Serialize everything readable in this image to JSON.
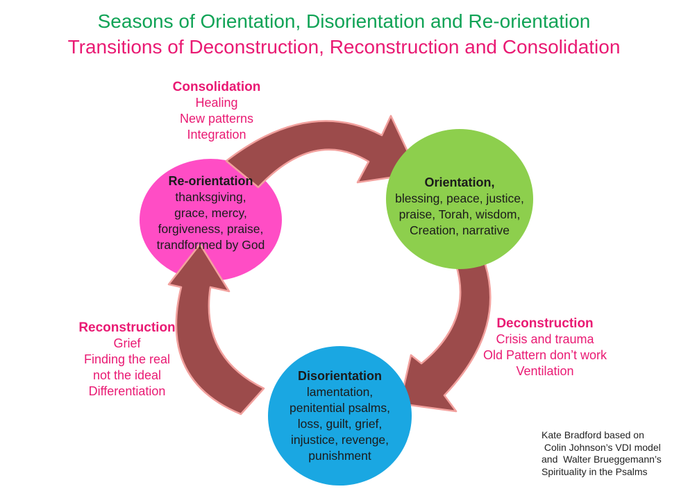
{
  "title": {
    "line1": "Seasons of Orientation, Disorientation and Re-orientation",
    "line2": "Transitions of Deconstruction, Reconstruction and Consolidation"
  },
  "colors": {
    "title_green": "#10A356",
    "magenta": "#E91A73",
    "node_reorientation": "#FF4DC5",
    "node_orientation": "#8DCF4D",
    "node_disorientation": "#1AA7E2",
    "arrow_fill": "#9C4B4B",
    "arrow_stroke": "#F2A19E",
    "node_text": "#1b1b1b",
    "attribution_text": "#1f1f1f"
  },
  "nodes": {
    "reorientation": {
      "title": "Re-orientation",
      "lines": [
        "thanksgiving,",
        "grace, mercy,",
        "forgiveness, praise,",
        "trandformed by God"
      ]
    },
    "orientation": {
      "title": "Orientation,",
      "lines": [
        "blessing, peace, justice,",
        "praise, Torah, wisdom,",
        "Creation, narrative"
      ]
    },
    "disorientation": {
      "title": "Disorientation",
      "lines": [
        "lamentation,",
        "penitential psalms,",
        "loss, guilt, grief,",
        "injustice, revenge,",
        "punishment"
      ]
    }
  },
  "transitions": {
    "consolidation": {
      "title": "Consolidation",
      "lines": [
        "Healing",
        "New patterns",
        "Integration"
      ]
    },
    "deconstruction": {
      "title": "Deconstruction",
      "lines": [
        "Crisis and trauma",
        "Old Pattern don’t work",
        "Ventilation"
      ]
    },
    "reconstruction": {
      "title": "Reconstruction",
      "lines": [
        "Grief",
        "Finding the real",
        "not the ideal",
        "Differentiation"
      ]
    }
  },
  "arrows": [
    {
      "name": "consolidation-arrow",
      "from": "Re-orientation",
      "to": "Orientation"
    },
    {
      "name": "deconstruction-arrow",
      "from": "Orientation",
      "to": "Disorientation"
    },
    {
      "name": "reconstruction-arrow",
      "from": "Disorientation",
      "to": "Re-orientation"
    }
  ],
  "attribution": {
    "lines": [
      "Kate Bradford based on",
      " Colin Johnson’s VDI model",
      "and  Walter Brueggemann’s",
      "Spirituality in the Psalms"
    ]
  }
}
